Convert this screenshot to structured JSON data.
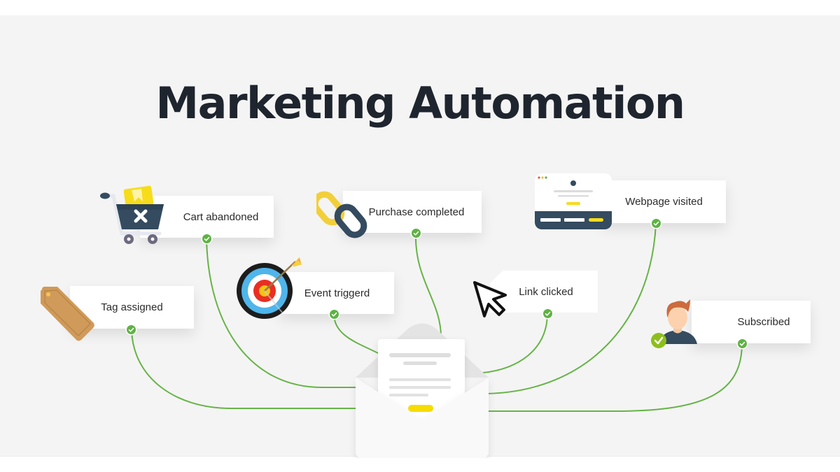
{
  "title": "Marketing Automation",
  "colors": {
    "background": "#f4f4f4",
    "title": "#1f252e",
    "connector": "#66b447",
    "check": "#5fb244",
    "accent_yellow": "#f7dc1a",
    "navy": "#344b60"
  },
  "triggers": [
    {
      "id": "cart",
      "label": "Cart abandoned",
      "icon": "shopping-cart-x-icon"
    },
    {
      "id": "purchase",
      "label": "Purchase completed",
      "icon": "chain-link-icon"
    },
    {
      "id": "webpage",
      "label": "Webpage visited",
      "icon": "browser-window-icon"
    },
    {
      "id": "tag",
      "label": "Tag assigned",
      "icon": "price-tag-icon"
    },
    {
      "id": "event",
      "label": "Event triggerd",
      "icon": "target-arrow-icon"
    },
    {
      "id": "link",
      "label": "Link clicked",
      "icon": "mouse-cursor-icon"
    },
    {
      "id": "subscribed",
      "label": "Subscribed",
      "icon": "user-avatar-check-icon"
    }
  ],
  "center": {
    "icon": "open-envelope-letter-icon"
  }
}
